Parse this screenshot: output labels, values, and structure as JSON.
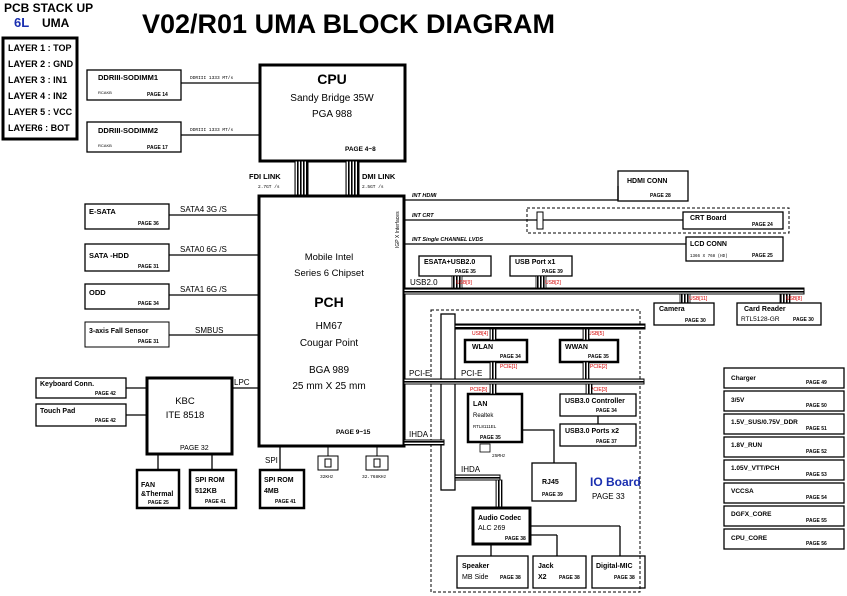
{
  "title": "V02/R01 UMA BLOCK DIAGRAM",
  "pcb": {
    "heading": "PCB STACK UP",
    "layers_count": "6L",
    "variant": "UMA",
    "layers": [
      "LAYER 1 : TOP",
      "LAYER 2 : GND",
      "LAYER 3 : IN1",
      "LAYER 4 : IN2",
      "LAYER 5 : VCC",
      "LAYER6 : BOT"
    ]
  },
  "cpu": {
    "title": "CPU",
    "line1": "Sandy Bridge 35W",
    "line2": "PGA 988",
    "page": "PAGE 4~8"
  },
  "dimm1": {
    "label": "DDRIII-SODIMM1",
    "sub": "RCAKB",
    "page": "PAGE 14",
    "speed": "DDRIII 1333 MT/s"
  },
  "dimm2": {
    "label": "DDRIII-SODIMM2",
    "sub": "RCAKB",
    "page": "PAGE 17",
    "speed": "DDRIII 1333 MT/s"
  },
  "fdi": {
    "label": "FDI LINK",
    "speed": "2.7GT /s"
  },
  "dmi": {
    "label": "DMI LINK",
    "speed": "2.5GT /s"
  },
  "pch": {
    "line1": "Mobile Intel",
    "line2": "Series 6 Chipset",
    "title": "PCH",
    "model": "HM67",
    "codename": "Cougar Point",
    "bga": "BGA 989",
    "size": "25 mm X 25 mm",
    "page": "PAGE 9~15",
    "side_label": "IGP X Interfaces"
  },
  "left_devices": [
    {
      "label": "E-SATA",
      "page": "PAGE 36",
      "bus": "SATA4 3G /S"
    },
    {
      "label": "SATA -HDD",
      "page": "PAGE 31",
      "bus": "SATA0 6G /S"
    },
    {
      "label": "ODD",
      "page": "PAGE 34",
      "bus": "SATA1 6G /S"
    },
    {
      "label": "3-axis Fall Sensor",
      "page": "PAGE 31",
      "bus": "SMBUS"
    }
  ],
  "kbc": {
    "title": "KBC",
    "model": "ITE 8518",
    "page": "PAGE 32",
    "bus": "LPC"
  },
  "keyboard": {
    "label": "Keyboard Conn.",
    "page": "PAGE 42"
  },
  "touchpad": {
    "label": "Touch Pad",
    "page": "PAGE 42"
  },
  "fan": {
    "line1": "FAN",
    "line2": "&Thermal",
    "page": "PAGE 25"
  },
  "spirom1": {
    "line1": "SPI ROM",
    "line2": "512KB",
    "page": "PAGE 41"
  },
  "spirom2": {
    "line1": "SPI ROM",
    "line2": "4MB",
    "page": "PAGE 41"
  },
  "spi_label": "SPI",
  "crystal1": "32KHz",
  "crystal2": "32.768KHz",
  "crystal3": "25MHz",
  "int_hdmi": "INT HDMI",
  "int_crt": "INT CRT",
  "int_lvds": "INT Single CHANNEL LVDS",
  "hdmi": {
    "label": "HDMI CONN",
    "page": "PAGE 28"
  },
  "crt": {
    "label": "CRT Board",
    "page": "PAGE 24"
  },
  "lcd": {
    "label": "LCD CONN",
    "res": "1366 X 768 (HD)",
    "page": "PAGE 25"
  },
  "usb_bus": "USB2.0",
  "pcie_bus": "PCI-E",
  "pcie_bus2": "PCI-E",
  "ihda_bus": "IHDA",
  "ihda_bus2": "IHDA",
  "esata_usb": {
    "label": "ESATA+USB2.0",
    "page": "PAGE 35",
    "port": "USB[9]"
  },
  "usbport": {
    "label": "USB Port x1",
    "page": "PAGE 39",
    "port": "USB[2]"
  },
  "camera": {
    "label": "Camera",
    "page": "PAGE 30",
    "port": "USB[11]"
  },
  "cardreader": {
    "label": "Card Reader",
    "model": "RTL5128-GR",
    "page": "PAGE 30",
    "port": "USB[8]"
  },
  "wlan": {
    "label": "WLAN",
    "page": "PAGE 34",
    "port_usb": "USB[4]",
    "port_pcie": "PCIE[1]"
  },
  "wwan": {
    "label": "WWAN",
    "page": "PAGE 35",
    "port_usb": "USB[5]",
    "port_pcie": "PCIE[2]"
  },
  "lan": {
    "label": "LAN",
    "vendor": "Realtek",
    "model": "RTL8111EL",
    "page": "PAGE 35",
    "port": "PCIE[5]"
  },
  "usb3ctrl": {
    "label": "USB3.0 Controller",
    "page": "PAGE 34",
    "port": "PCIE[3]"
  },
  "usb3ports": {
    "label": "USB3.0 Ports x2",
    "page": "PAGE 37"
  },
  "rj45": {
    "label": "RJ45",
    "page": "PAGE 39"
  },
  "ioboard": {
    "label": "IO Board",
    "page": "PAGE 33"
  },
  "audio": {
    "label": "Audio Codec",
    "model": "ALC 269",
    "page": "PAGE 38"
  },
  "speaker": {
    "label": "Speaker",
    "sub": "MB Side",
    "page": "PAGE 38"
  },
  "jack": {
    "label": "Jack",
    "sub": "X2",
    "page": "PAGE 38"
  },
  "dmic": {
    "label": "Digital-MIC",
    "page": "PAGE 38"
  },
  "power": [
    {
      "label": "Charger",
      "page": "PAGE 49"
    },
    {
      "label": "3/5V",
      "page": "PAGE 50"
    },
    {
      "label": "1.5V_SUS/0.75V_DDR",
      "page": "PAGE 51"
    },
    {
      "label": "1.8V_RUN",
      "page": "PAGE 52"
    },
    {
      "label": "1.05V_VTT/PCH",
      "page": "PAGE 53"
    },
    {
      "label": "VCCSA",
      "page": "PAGE 54"
    },
    {
      "label": "DGFX_CORE",
      "page": "PAGE 55"
    },
    {
      "label": "CPU_CORE",
      "page": "PAGE 56"
    }
  ]
}
